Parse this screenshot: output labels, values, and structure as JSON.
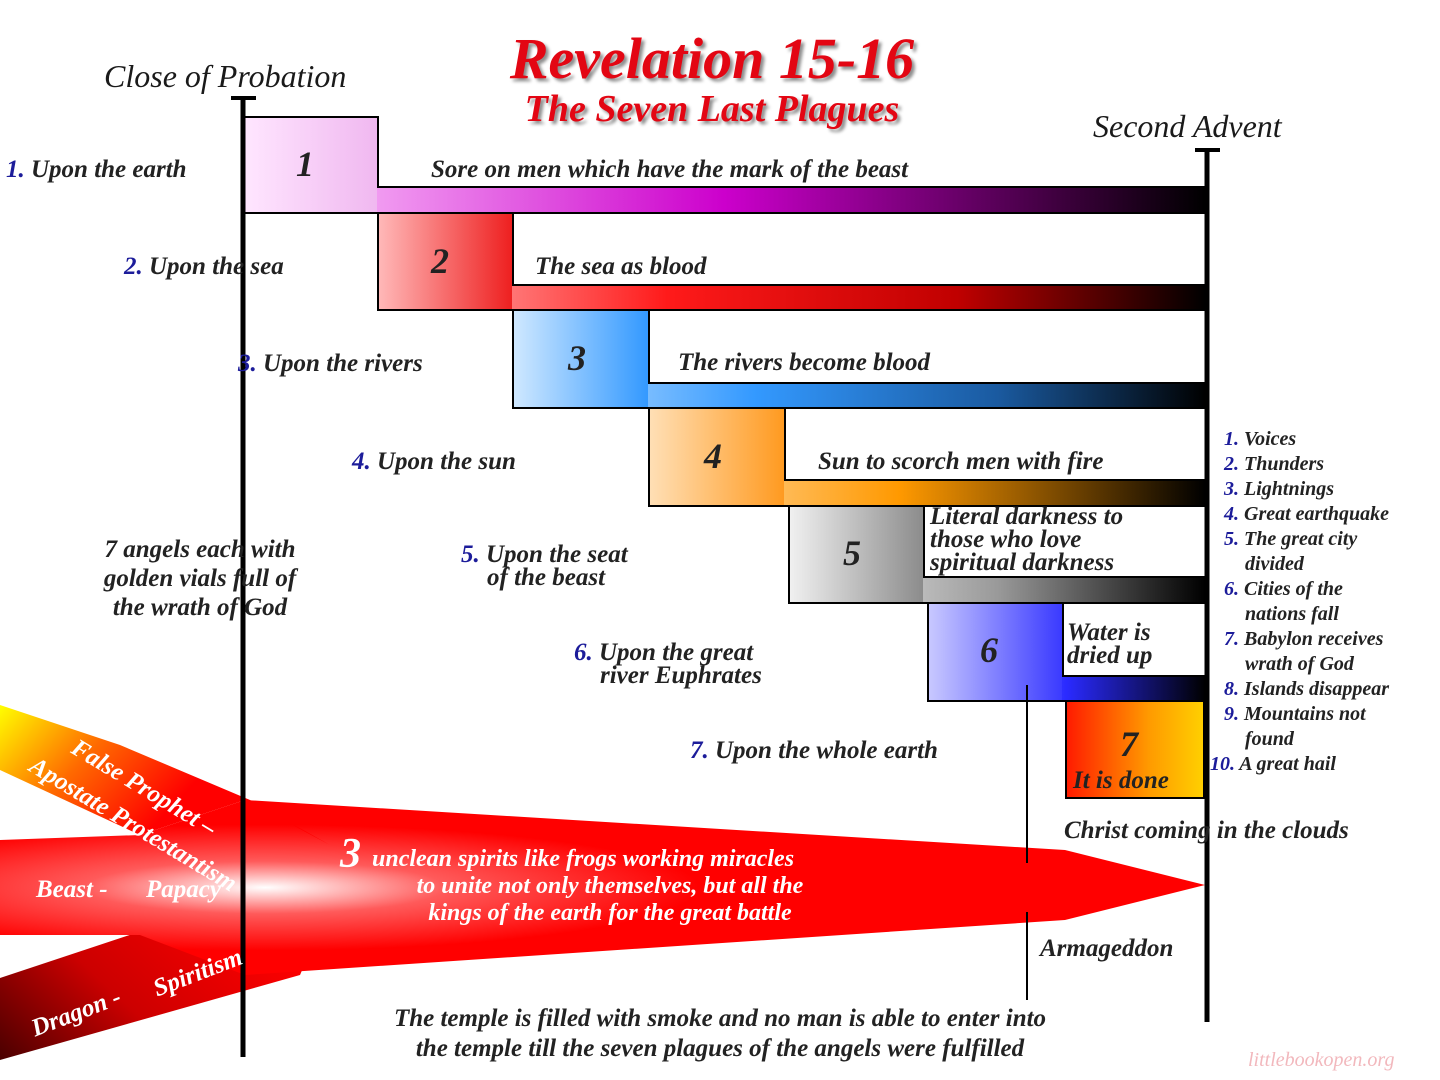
{
  "title": "Revelation 15-16",
  "subtitle": "The Seven Last Plagues",
  "timeline": {
    "start_label": "Close of Probation",
    "end_label": "Second Advent"
  },
  "plagues": [
    {
      "num": "1.",
      "target": "Upon the earth",
      "box_num": "1",
      "description": "Sore on men which have the mark of the beast"
    },
    {
      "num": "2.",
      "target": "Upon the sea",
      "box_num": "2",
      "description": "The sea as blood"
    },
    {
      "num": "3.",
      "target": "Upon the rivers",
      "box_num": "3",
      "description": "The rivers become blood"
    },
    {
      "num": "4.",
      "target": "Upon the sun",
      "box_num": "4",
      "description": "Sun to scorch men with fire"
    },
    {
      "num": "5.",
      "target_line1": "Upon the seat",
      "target_line2": "of the beast",
      "box_num": "5",
      "description_line1": "Literal darkness to",
      "description_line2": "those who love",
      "description_line3": "spiritual darkness"
    },
    {
      "num": "6.",
      "target_line1": "Upon the great",
      "target_line2": "river Euphrates",
      "box_num": "6",
      "description_line1": "Water is",
      "description_line2": "dried up"
    },
    {
      "num": "7.",
      "target": "Upon the whole earth",
      "box_num": "7",
      "description": "It is done"
    }
  ],
  "angels_note": [
    "7 angels each with",
    "golden vials full of",
    "the wrath of God"
  ],
  "seventh_plague_events": [
    {
      "n": "1.",
      "text": "Voices"
    },
    {
      "n": "2.",
      "text": "Thunders"
    },
    {
      "n": "3.",
      "text": "Lightnings"
    },
    {
      "n": "4.",
      "text": "Great earthquake"
    },
    {
      "n": "5.",
      "text": "The great city",
      "text2": "divided"
    },
    {
      "n": "6.",
      "text": "Cities of the",
      "text2": "nations fall"
    },
    {
      "n": "7.",
      "text": "Babylon receives",
      "text2": "wrath of God"
    },
    {
      "n": "8.",
      "text": "Islands disappear"
    },
    {
      "n": "9.",
      "text": "Mountains not",
      "text2": "found"
    },
    {
      "n": "10.",
      "text": "A great hail"
    }
  ],
  "powers": {
    "false_prophet_line1": "False Prophet –",
    "false_prophet_line2": "Apostate Protestantism",
    "beast": "Beast -",
    "papacy": "Papacy",
    "dragon": "Dragon -",
    "spiritism": "Spiritism"
  },
  "spirits": {
    "number": "3",
    "line1": "unclean spirits like frogs working miracles",
    "line2": "to unite not only themselves, but all the",
    "line3": "kings of the earth for the great battle"
  },
  "christ_coming": "Christ coming in the clouds",
  "armageddon": "Armageddon",
  "temple_note": [
    "The temple is filled with smoke and no man is able to enter into",
    "the temple till the seven plagues of the angels were fulfilled"
  ],
  "watermark": "littlebookopen.org",
  "colors": {
    "title": "#e30613",
    "plague1": "#cc00cc",
    "plague2": "#ee0000",
    "plague3": "#3399ff",
    "plague4": "#ff9900",
    "plague5": "#999999",
    "plague6": "#3333ff",
    "plague7": "#ff9900",
    "number_blue": "#1c1c9a",
    "arrow_red": "#ff0000"
  }
}
